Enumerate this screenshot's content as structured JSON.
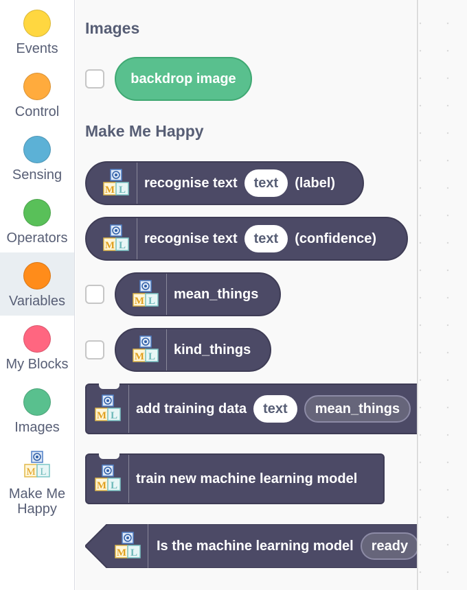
{
  "categories": [
    {
      "label": "Events",
      "color": "#ffd740"
    },
    {
      "label": "Control",
      "color": "#ffab3d"
    },
    {
      "label": "Sensing",
      "color": "#5cb1d6"
    },
    {
      "label": "Operators",
      "color": "#59c059"
    },
    {
      "label": "Variables",
      "color": "#ff8c1a",
      "selected": true
    },
    {
      "label": "My Blocks",
      "color": "#ff6680"
    },
    {
      "label": "Images",
      "color": "#59c08e"
    },
    {
      "label": "Make Me Happy",
      "icon": "ml-blocks-icon"
    }
  ],
  "flyout": {
    "images_heading": "Images",
    "backdrop_block": "backdrop image",
    "extension_heading": "Make Me Happy",
    "recognise_label": {
      "prefix": "recognise text",
      "input": "text",
      "suffix": "(label)"
    },
    "recognise_confidence": {
      "prefix": "recognise text",
      "input": "text",
      "suffix": "(confidence)"
    },
    "mean_things": "mean_things",
    "kind_things": "kind_things",
    "add_training": {
      "prefix": "add training data",
      "input": "text",
      "label_value": "mean_things"
    },
    "train_model": "train new machine learning model",
    "is_model": {
      "prefix": "Is the machine learning model",
      "value": "ready"
    }
  },
  "colors": {
    "extension_block": "#4c4a66",
    "images_block": "#59c08e",
    "heading_text": "#575e75"
  }
}
